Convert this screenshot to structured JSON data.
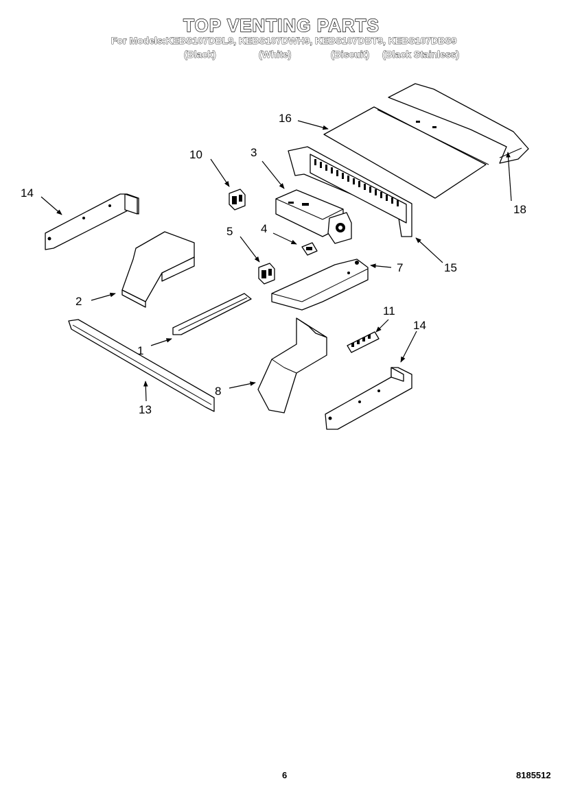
{
  "header": {
    "title": "TOP VENTING PARTS",
    "models_line": "For Models:KEBS107DBL9, KEBS107DWH9, KEBS107DBT9, KEBS107DBS9",
    "colors": [
      "(Black)",
      "(White)",
      "(Biscuit)",
      "(Black Stainless)"
    ]
  },
  "callouts": {
    "c1": "1",
    "c2": "2",
    "c3": "3",
    "c4": "4",
    "c5": "5",
    "c7": "7",
    "c8": "8",
    "c10": "10",
    "c11": "11",
    "c13": "13",
    "c14a": "14",
    "c14b": "14",
    "c15": "15",
    "c16": "16",
    "c18": "18"
  },
  "footer": {
    "page_number": "6",
    "document_number": "8185512"
  }
}
